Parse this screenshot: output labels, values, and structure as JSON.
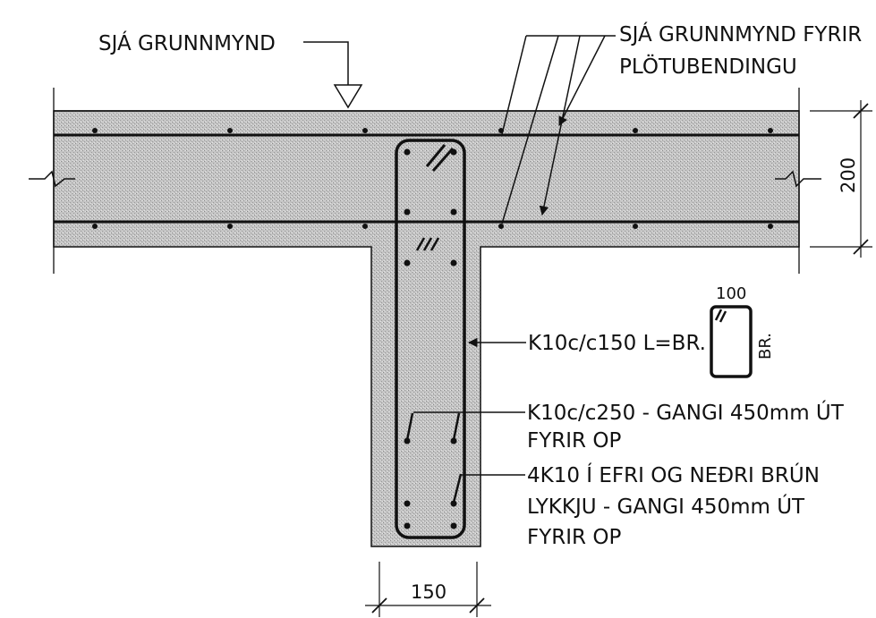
{
  "labels": {
    "see_plan": "SJÁ GRUNNMYND",
    "see_plan_slab_line1": "SJÁ GRUNNMYND FYRIR",
    "see_plan_slab_line2": "PLÖTUBENDINGU",
    "stirrup_spec": "K10c/c150 L=BR.",
    "detail_width": "100",
    "detail_height": "BR.",
    "bar_spacing_line1": "K10c/c250 - GANGI 450mm ÚT",
    "bar_spacing_line2": "FYRIR OP",
    "edge_bars_line1": "4K10 Í EFRI OG NEÐRI BRÚN",
    "edge_bars_line2": "LYKKJU - GANGI 450mm ÚT",
    "edge_bars_line3": "FYRIR OP",
    "slab_thickness": "200",
    "beam_width": "150"
  },
  "colors": {
    "concrete": "#c9c9c9",
    "line": "#111111"
  }
}
